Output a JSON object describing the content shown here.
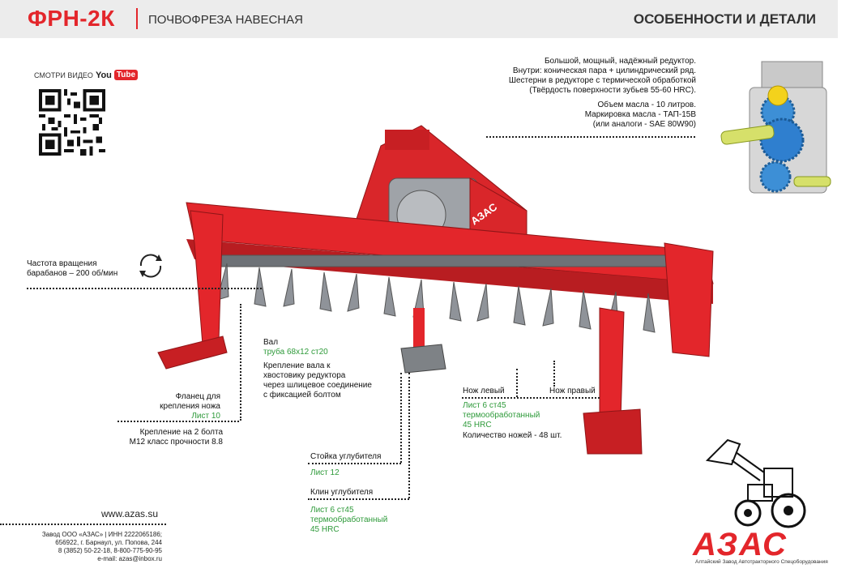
{
  "header": {
    "model": "ФРН-2К",
    "subtitle": "ПОЧВОФРЕЗА НАВЕСНАЯ",
    "section": "ОСОБЕННОСТИ И ДЕТАЛИ"
  },
  "video": {
    "watch_label": "СМОТРИ ВИДЕО",
    "you": "You",
    "tube": "Tube"
  },
  "gearbox": {
    "lines": [
      "Большой, мощный, надёжный редуктор.",
      "Внутри: коническая пара + цилиндрический ряд.",
      "Шестерни в редукторе с термической обработкой",
      "(Твёрдость поверхности зубьев 55-60 HRC)."
    ],
    "oil_lines": [
      "Объем масла - 10 литров.",
      "Маркировка масла - ТАП-15В",
      "(или аналоги - SAE 80W90)"
    ]
  },
  "rotation": {
    "line1": "Частота вращения",
    "line2": "барабанов – 200 об/мин"
  },
  "shaft": {
    "title": "Вал",
    "spec": "труба 68х12 ст20",
    "mount_lines": [
      "Крепление вала к",
      "хвостовику редуктора",
      "через шлицевое соединение",
      "с фиксацией болтом"
    ]
  },
  "flange": {
    "line1": "Фланец для",
    "line2": "крепления ножа",
    "spec": "Лист 10"
  },
  "bolts": {
    "line1": "Крепление на 2 болта",
    "line2": "М12 класс прочности 8.8"
  },
  "knives": {
    "left": "Нож левый",
    "right": "Нож правый",
    "spec_lines": [
      "Лист 6 ст45",
      "термообработанный",
      "45 HRC"
    ],
    "count": "Количество ножей - 48 шт."
  },
  "stand": {
    "title": "Стойка углубителя",
    "spec": "Лист 12"
  },
  "wedge": {
    "title": "Клин углубителя",
    "spec_lines": [
      "Лист 6 ст45",
      "термообработанный",
      "45 HRC"
    ]
  },
  "footer": {
    "website": "www.azas.su",
    "address_lines": [
      "Завод ООО «АЗАС» | ИНН 2222065186;",
      "656922, г. Барнаул, ул. Попова, 244",
      "8 (3852) 50-22-18, 8-800-775-90-95",
      "e-mail: azas@inbox.ru"
    ]
  },
  "logo": {
    "name": "АЗАС",
    "tagline": "Алтайский Завод Автотракторного Спецоборудования"
  },
  "colors": {
    "brand_red": "#e3262b",
    "spec_green": "#2e9a3a",
    "header_bg": "#ececec"
  },
  "icons": [
    "youtube-icon",
    "qr-code",
    "rotation-arrows-icon",
    "tractor-loader-icon"
  ]
}
